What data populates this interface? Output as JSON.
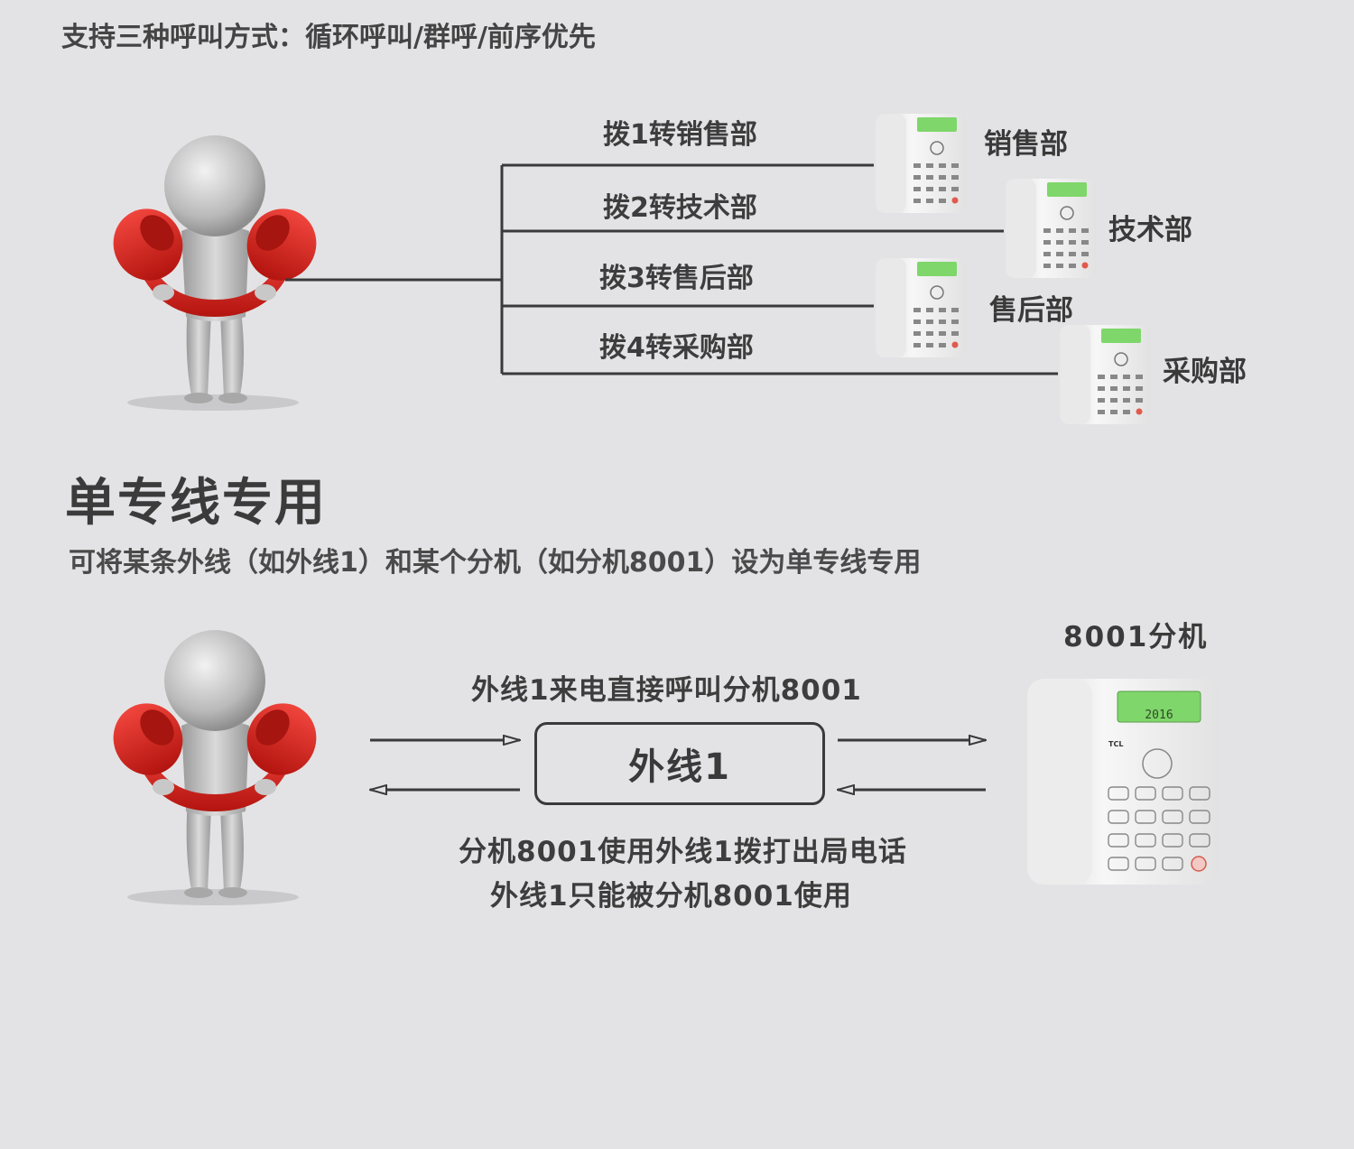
{
  "intro": {
    "call_modes": "支持三种呼叫方式：循环呼叫/群呼/前序优先"
  },
  "ivr_diagram": {
    "branches": [
      {
        "label": "拨1转销售部"
      },
      {
        "label": "拨2转技术部"
      },
      {
        "label": "拨3转售后部"
      },
      {
        "label": "拨4转采购部"
      }
    ],
    "departments": [
      {
        "label": "销售部"
      },
      {
        "label": "技术部"
      },
      {
        "label": "售后部"
      },
      {
        "label": "采购部"
      }
    ]
  },
  "dedicated_section": {
    "title": "单专线专用",
    "description": "可将某条外线（如外线1）和某个分机（如分机8001）设为单专线专用",
    "extension_title": "8001分机",
    "incoming_label": "外线1来电直接呼叫分机8001",
    "line_box_label": "外线1",
    "outgoing_label_1": "分机8001使用外线1拨打出局电话",
    "outgoing_label_2": "外线1只能被分机8001使用",
    "phone_screen_text": "2016",
    "phone_brand": "TCL"
  },
  "colors": {
    "background": "#e3e3e5",
    "handset_red": "#d9221c",
    "line_color": "#3a3a3a",
    "lcd_green": "#7fd66a"
  }
}
